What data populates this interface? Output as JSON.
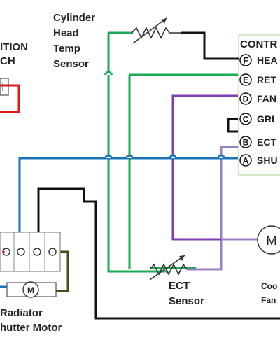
{
  "labels": {
    "ignition_line1": "ITION",
    "ignition_line2": "CH",
    "cht_line1": "Cylinder",
    "cht_line2": "Head",
    "cht_line3": "Temp",
    "cht_line4": "Sensor",
    "controller": "CONTR",
    "ect_sensor_line1": "ECT",
    "ect_sensor_line2": "Sensor",
    "radiator_line1": "Radiator",
    "radiator_line2": "hutter Motor",
    "cooling_line1": "Coo",
    "cooling_line2": "Fan",
    "motor_symbol_small": "M",
    "motor_symbol_large": "M"
  },
  "pins": [
    {
      "letter": "F",
      "label": "HEA"
    },
    {
      "letter": "E",
      "label": "RET"
    },
    {
      "letter": "D",
      "label": "FAN"
    },
    {
      "letter": "C",
      "label": "GRI"
    },
    {
      "letter": "B",
      "label": "ECT"
    },
    {
      "letter": "A",
      "label": "SHU"
    }
  ],
  "colors": {
    "green": "#1aaa55",
    "purple": "#7b3fb3",
    "light_purple": "#9b80c0",
    "blue": "#1a73b8",
    "black": "#111111",
    "red": "#e01818",
    "olive": "#4a4a1a"
  }
}
